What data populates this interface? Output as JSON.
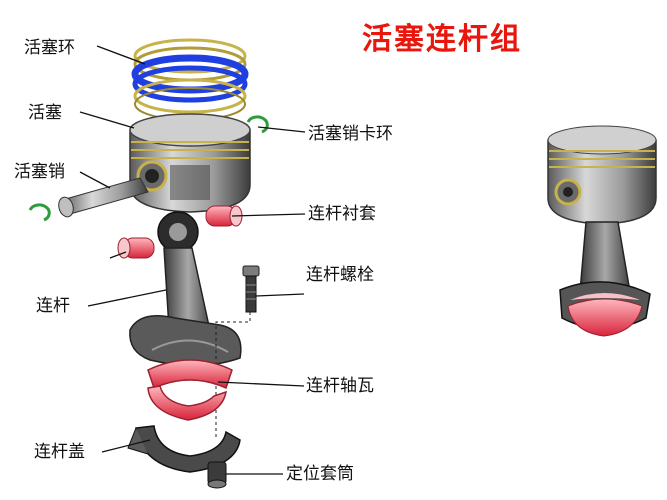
{
  "title": "活塞连杆组",
  "labels": {
    "piston_ring": "活塞环",
    "piston": "活塞",
    "piston_pin": "活塞销",
    "pin_circlip": "活塞销卡环",
    "rod_bushing": "连杆衬套",
    "rod_bolt": "连杆螺栓",
    "connecting_rod": "连杆",
    "rod_bearing": "连杆轴瓦",
    "rod_cap": "连杆盖",
    "locating_sleeve": "定位套筒"
  },
  "colors": {
    "title": "#e8160c",
    "ring_gold": "#c8b24a",
    "ring_blue": "#1f3fe0",
    "bearing_red": "#e23a4a",
    "metal_gray": "#9a9a9a",
    "circlip_green": "#2e9c3c"
  }
}
